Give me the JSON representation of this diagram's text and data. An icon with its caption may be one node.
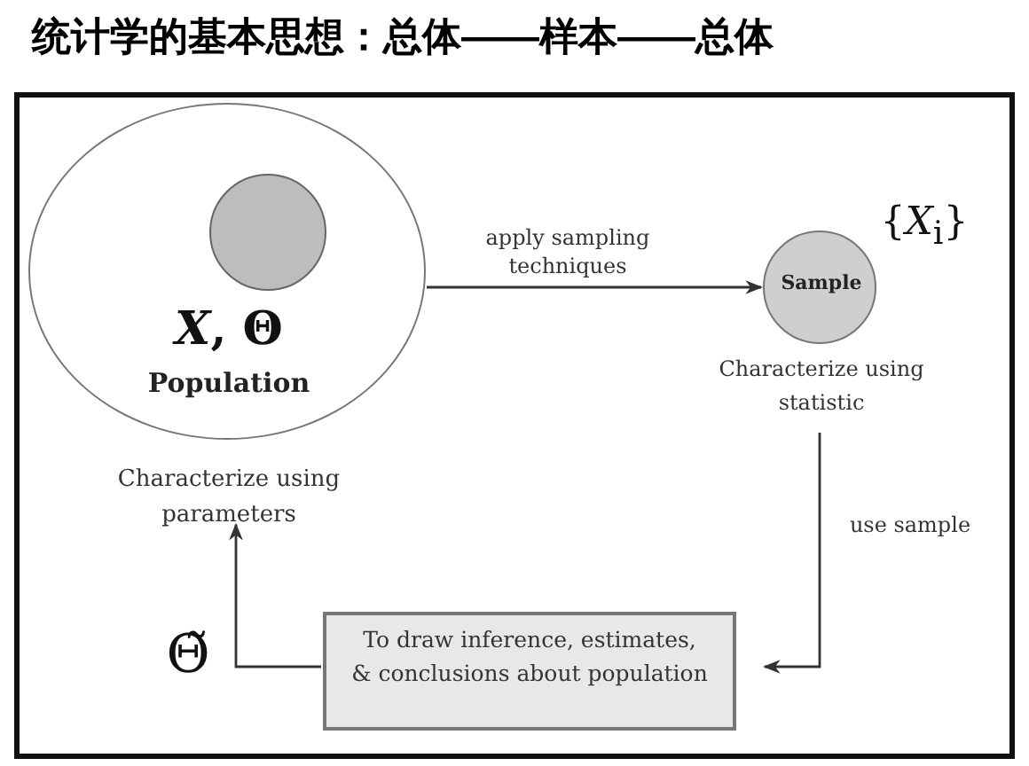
{
  "diagram": {
    "title": "统计学的基本思想：总体——样本——总体",
    "nodes": [
      {
        "text": [
          "*X*, Θ",
          "Population"
        ],
        "beside": [
          "Characterize using parameters"
        ]
      },
      {
        "text": [],
        "shape": "circle",
        "in": 0
      },
      {
        "text": [
          "Sample"
        ],
        "beside": [
          "{*X*$_{i}$}",
          "Characterize using statistic"
        ]
      },
      {
        "text": [
          "To draw inference, estimates, & conclusions about population"
        ]
      }
    ],
    "edges": [
      {
        "from": 0,
        "to": 2,
        "arrow": "to",
        "label": "apply sampling techniques"
      },
      {
        "from": 2,
        "to": 3,
        "arrow": "to",
        "label": "use sample"
      },
      {
        "from": 3,
        "to": 0,
        "arrow": "to"
      }
    ],
    "labels": [
      "Θ̃"
    ]
  }
}
